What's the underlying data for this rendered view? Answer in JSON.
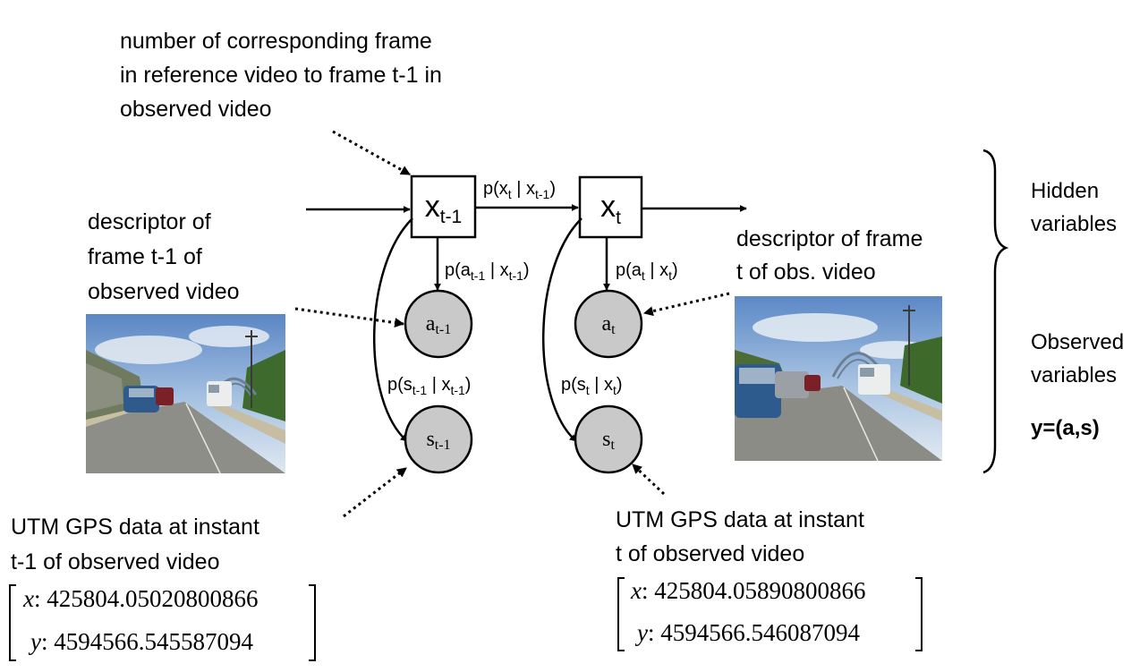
{
  "top_note": {
    "lines": [
      "number of corresponding frame",
      "in reference video to frame t-1 in",
      "observed video"
    ]
  },
  "left_descriptor": {
    "lines": [
      "descriptor of",
      "frame t-1 of",
      "observed video"
    ]
  },
  "right_descriptor": {
    "lines": [
      "descriptor of frame",
      "t of obs. video"
    ]
  },
  "hidden_label": {
    "lines": [
      "Hidden",
      "variables"
    ]
  },
  "observed_label": {
    "lines": [
      "Observed",
      "variables"
    ]
  },
  "y_def": "y=(a,s)",
  "nodes": {
    "x_prev": {
      "base": "x",
      "sub": "t-1"
    },
    "x_curr": {
      "base": "x",
      "sub": "t"
    },
    "a_prev": {
      "base": "a",
      "sub": "t-1"
    },
    "a_curr": {
      "base": "a",
      "sub": "t"
    },
    "s_prev": {
      "base": "s",
      "sub": "t-1"
    },
    "s_curr": {
      "base": "s",
      "sub": "t"
    }
  },
  "edges": {
    "transition": {
      "p": "p(",
      "v": "x",
      "vs": "t",
      "bar": " | ",
      "c": "x",
      "cs": "t-1",
      "end": ")"
    },
    "emit_a_prev": {
      "p": "p(",
      "v": "a",
      "vs": "t-1",
      "bar": " | ",
      "c": "x",
      "cs": "t-1",
      "end": ")"
    },
    "emit_a_curr": {
      "p": "p(",
      "v": "a",
      "vs": "t",
      "bar": " | ",
      "c": "x",
      "cs": "t",
      "end": ")"
    },
    "emit_s_prev": {
      "p": "p(",
      "v": "s",
      "vs": "t-1",
      "bar": " | ",
      "c": "x",
      "cs": "t-1",
      "end": ")"
    },
    "emit_s_curr": {
      "p": "p(",
      "v": "s",
      "vs": "t",
      "bar": " | ",
      "c": "x",
      "cs": "t",
      "end": ")"
    }
  },
  "gps_prev": {
    "lines": [
      "UTM GPS data at instant",
      "t-1 of observed video"
    ],
    "x_var": "x",
    "x_val": ": 425804.05020800866",
    "y_var": "y",
    "y_val": ": 4594566.545587094"
  },
  "gps_curr": {
    "lines": [
      "UTM GPS data at instant",
      "t of observed video"
    ],
    "x_var": "x",
    "x_val": ": 425804.05890800866",
    "y_var": "y",
    "y_val": ": 4594566.546087094"
  },
  "colors": {
    "node_fill": "#c9c9c9",
    "stroke": "#000000",
    "background": "#ffffff"
  }
}
